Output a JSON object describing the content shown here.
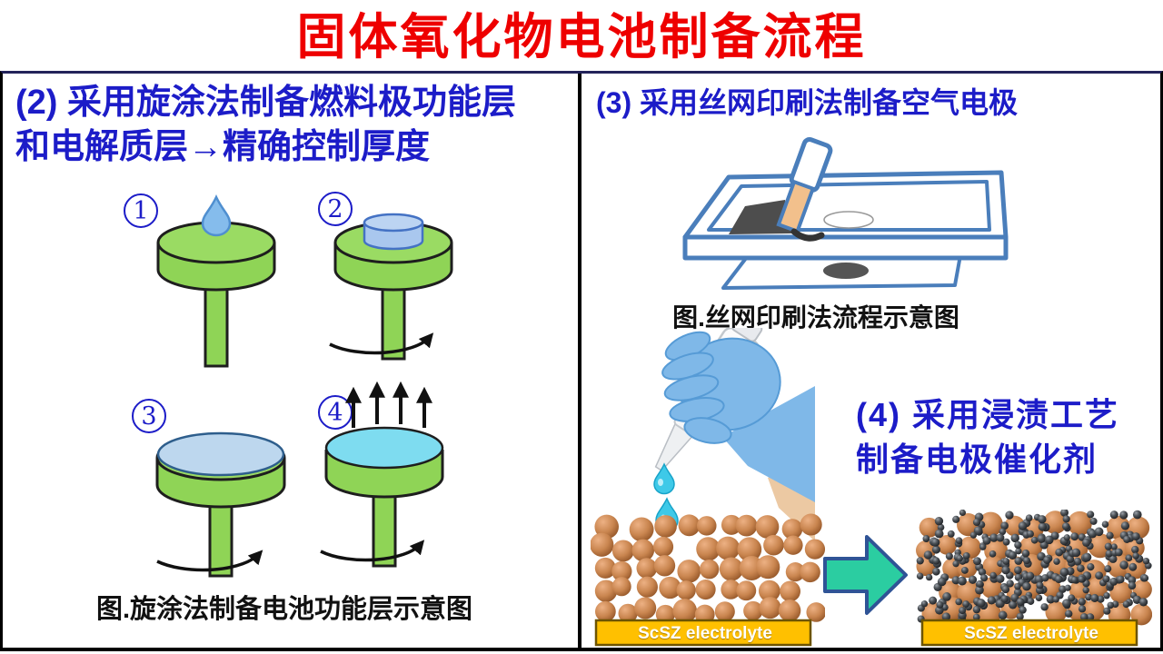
{
  "title": "固体氧化物电池制备流程",
  "colors": {
    "title-red": "#EE0000",
    "heading-blue": "#1C1CC8",
    "frame-blue": "#4A7EBB",
    "disk-green": "#8FD456",
    "disk-green-top": "#9ADB63",
    "droplet-blue": "#85BCEC",
    "layer-blue": "#BDD7EE",
    "layer-cyan": "#7EDCF0",
    "arrow-fill": "#2BCDA1",
    "arrow-stroke": "#2F5496",
    "bar-yellow": "#FFC000",
    "squeegee-orange": "#F2C08C",
    "glove-blue": "#7FB8E8",
    "drip-cyan": "#3EC9E8"
  },
  "left_panel": {
    "heading_line1": "(2) 采用旋涂法制备燃料极功能层",
    "heading_line2": "和电解质层→精确控制厚度",
    "step_numbers": [
      "1",
      "2",
      "3",
      "4"
    ],
    "caption": "图.旋涂法制备电池功能层示意图"
  },
  "right_panel": {
    "heading": "(3) 采用丝网印刷法制备空气电极",
    "screen_caption": "图.丝网印刷法流程示意图",
    "infiltration_line1": "(4) 采用浸渍工艺",
    "infiltration_line2": "制备电极催化剂",
    "electrolyte_label": "ScSZ electrolyte"
  }
}
